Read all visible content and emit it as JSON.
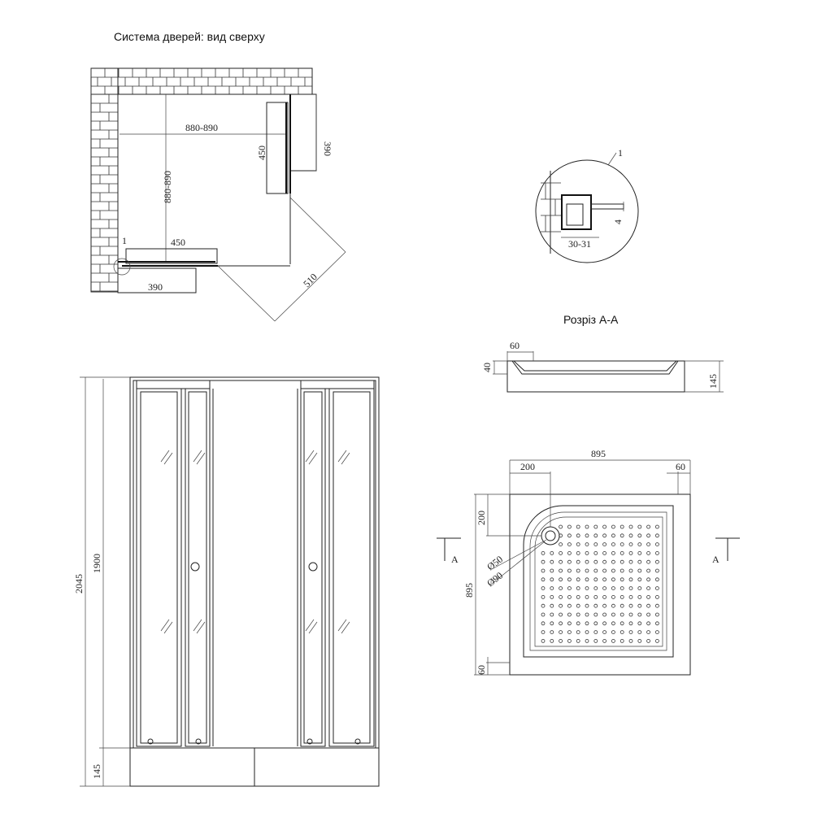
{
  "top_view": {
    "title": "Система дверей: вид сверху",
    "dims": {
      "width": "880-890",
      "depth": "880-890",
      "door_right": "450",
      "panel_right": "390",
      "door_bottom": "450",
      "panel_bottom": "390",
      "diagonal": "510",
      "callout": "1"
    }
  },
  "detail": {
    "callout": "1",
    "dim_gap": "30-31",
    "dim_height": "4"
  },
  "front_view": {
    "height_total": "2045",
    "height_doors": "1900",
    "height_tray": "145"
  },
  "section": {
    "title": "Розріз А-А",
    "rim": "60",
    "depth": "40",
    "height": "145"
  },
  "tray_plan": {
    "width": "895",
    "depth": "895",
    "drain_x": "200",
    "drain_y": "200",
    "rim_right": "60",
    "rim_bottom": "60",
    "drain_d1": "Ø50",
    "drain_d2": "Ø90",
    "cut_left": "A",
    "cut_right": "A"
  }
}
